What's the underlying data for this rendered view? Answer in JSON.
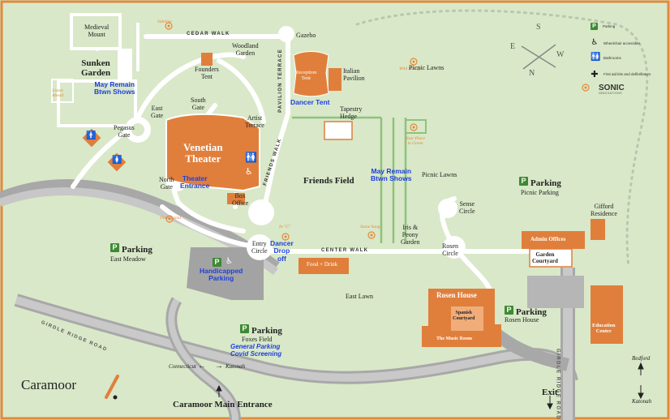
{
  "brand": {
    "name": "Caramoor"
  },
  "icons": {
    "parking_glyph": "P"
  },
  "compass": {
    "n": "N",
    "s": "S",
    "e": "E",
    "w": "W"
  },
  "legend": {
    "parking": "Parking",
    "wheelchair": "Wheelchair accessible",
    "restrooms": "Bathrooms",
    "first_aid": "First aid kits and defibrillators",
    "sonic": "SONIC",
    "sonic_sub": "INNOVATIONS"
  },
  "labels": {
    "medieval_mount": "Medieval\nMount",
    "cedar_walk": "CEDAR WALK",
    "sonic_cedar": "Sideline",
    "gazebo": "Gazebo",
    "woodland_garden": "Woodland\nGarden",
    "sunken_garden": "Sunken\nGarden",
    "listen_ahead": "Listen\nAhead",
    "founders_tent": "Founders\nTent",
    "reception_tent": "Reception\nTent",
    "italian_pavilion": "Italian\nPavilion",
    "wild_energy": "Wild Energy",
    "picnic_lawns": "Picnic Lawns",
    "picnic_lawns_2": "Picnic Lawns",
    "pavilion_terrace": "PAVILION TERRACE",
    "south_gate": "South\nGate",
    "east_gate": "East\nGate",
    "artist_terrace": "Artist\nTerrace",
    "pegasus_gate": "Pegasus\nGate",
    "venetian_theater": "Venetian\nTheater",
    "friends_walk": "FRIENDS WALK",
    "tapestry_hedge": "Tapestry\nHedge",
    "sonic_hedge": "Your Place\nin Green",
    "friends_field": "Friends Field",
    "north_gate": "North\nGate",
    "box_office": "Box\nOffice",
    "sense_circle": "Sense\nCircle",
    "gifford_residence": "Gifford\nResidence",
    "sonic_understand": "Understand",
    "in_c": "In \"C\"",
    "stone_song": "Stone Song",
    "iris_peony": "Iris &\nPeony\nGarden",
    "entry_circle": "Entry\nCircle",
    "center_walk": "CENTER WALK",
    "food_drink": "Food + Drink",
    "rosen_circle": "Rosen\nCircle",
    "admin_offices": "Admin Offices",
    "garden_courtyard": "Garden\nCourtyard",
    "east_lawn": "East Lawn",
    "rosen_house": "Rosen House",
    "spanish_courtyard": "Spanish\nCourtyard",
    "music_room": "The Music Room",
    "education_center": "Education\nCenter",
    "girdle_ridge_road": "GIRDLE RIDGE ROAD",
    "connecticut": "Connecticut",
    "katonah": "Katonah",
    "bedford": "Bedford",
    "main_entrance": "Caramoor Main Entrance",
    "exit": "Exit"
  },
  "notes": {
    "may_remain_sunken": "May Remain\nBtwn Shows",
    "dancer_tent": "Dancer Tent",
    "may_remain_friends": "May Remain\nBtwn Shows",
    "theater_entrance": "Theater\nEntrance",
    "dancer_drop": "Dancer\nDrop\noff",
    "handicapped_parking": "Handicapped\nParking",
    "general_parking": "General Parking",
    "covid_screening": "Covid Screening"
  },
  "parking": {
    "picnic": {
      "title": "Parking",
      "name": "Picnic Parking"
    },
    "east_meadow": {
      "title": "Parking",
      "name": "East Meadow"
    },
    "rosen": {
      "title": "Parking",
      "name": "Rosen House"
    },
    "foxes": {
      "title": "Parking",
      "name": "Foxes Field"
    }
  }
}
